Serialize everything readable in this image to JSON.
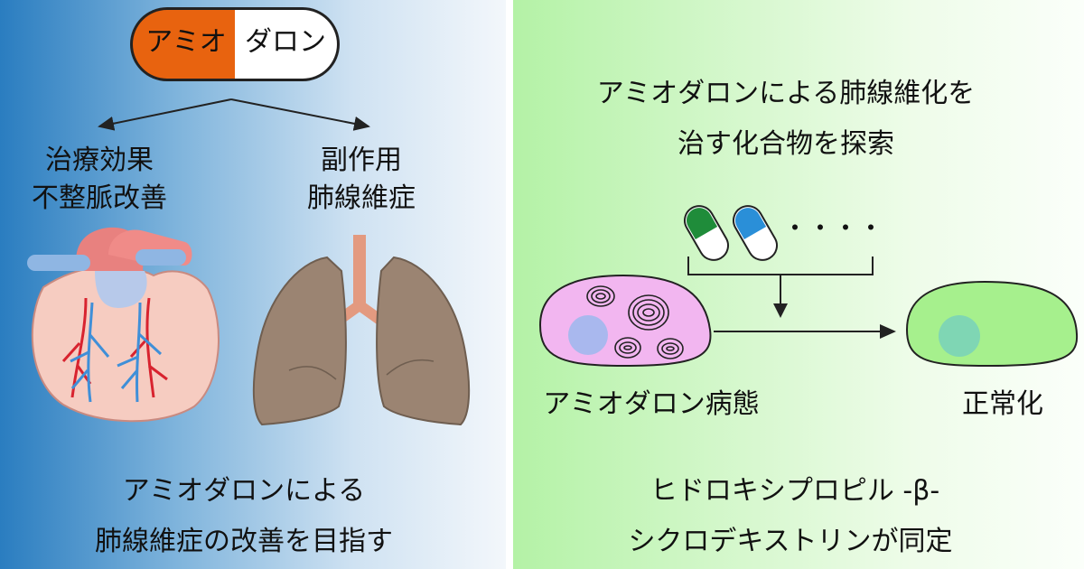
{
  "pill": {
    "label_left": "アミオ",
    "label_right": "ダロン",
    "color_left": "#e8630f",
    "color_right": "#ffffff"
  },
  "left": {
    "effect_heading_line1": "治療効果",
    "effect_heading_line2": "不整脈改善",
    "side_heading_line1": "副作用",
    "side_heading_line2": "肺線維症",
    "bottom_line1": "アミオダロンによる",
    "bottom_line2": "肺線維症の改善を目指す"
  },
  "right": {
    "title_line1": "アミオダロンによる肺線維化を",
    "title_line2": "治す化合物を探索",
    "dots": "・・・・",
    "label_disease": "アミオダロン病態",
    "label_normal": "正常化",
    "bottom_line1": "ヒドロキシプロピル -β-",
    "bottom_line2": "シクロデキストリンが同定"
  },
  "colors": {
    "left_bg": "#2a7dc0",
    "right_bg": "#b4f2a6",
    "diseased_cell": "#f2b6f0",
    "normal_cell": "#a6f08d",
    "capsule_green": "#1f8c3a",
    "capsule_blue": "#2a8fd8"
  }
}
